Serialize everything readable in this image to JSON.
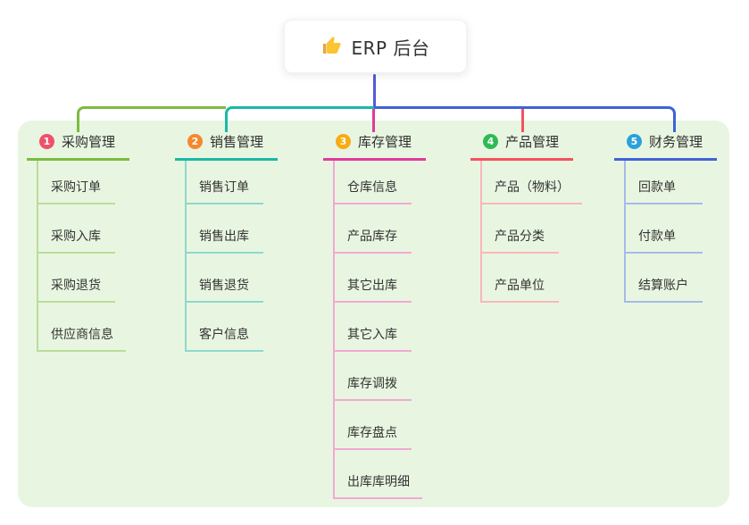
{
  "root": {
    "title": "ERP 后台",
    "icon": "thumbs-up-icon"
  },
  "colors": {
    "board_bg": "#e8f6e1",
    "root_connector": "#5659d4",
    "text": "#333333"
  },
  "branches": [
    {
      "badge": "1",
      "label": "采购管理",
      "color": "#7cbb41",
      "light_color": "#b9dd97",
      "badge_color": "#f0506a",
      "children": [
        "采购订单",
        "采购入库",
        "采购退货",
        "供应商信息"
      ]
    },
    {
      "badge": "2",
      "label": "销售管理",
      "color": "#19b9a6",
      "light_color": "#8fd8cb",
      "badge_color": "#f5872f",
      "children": [
        "销售订单",
        "销售出库",
        "销售退货",
        "客户信息"
      ]
    },
    {
      "badge": "3",
      "label": "库存管理",
      "color": "#e13a9b",
      "light_color": "#f3a8d4",
      "badge_color": "#f9ab13",
      "children": [
        "仓库信息",
        "产品库存",
        "其它出库",
        "其它入库",
        "库存调拨",
        "库存盘点",
        "出库库明细"
      ]
    },
    {
      "badge": "4",
      "label": "产品管理",
      "color": "#f6515f",
      "light_color": "#fab6ba",
      "badge_color": "#2eba55",
      "children": [
        "产品（物料）",
        "产品分类",
        "产品单位"
      ]
    },
    {
      "badge": "5",
      "label": "财务管理",
      "color": "#3f63d4",
      "light_color": "#a5bbe8",
      "badge_color": "#2aa1dc",
      "children": [
        "回款单",
        "付款单",
        "结算账户"
      ]
    }
  ]
}
